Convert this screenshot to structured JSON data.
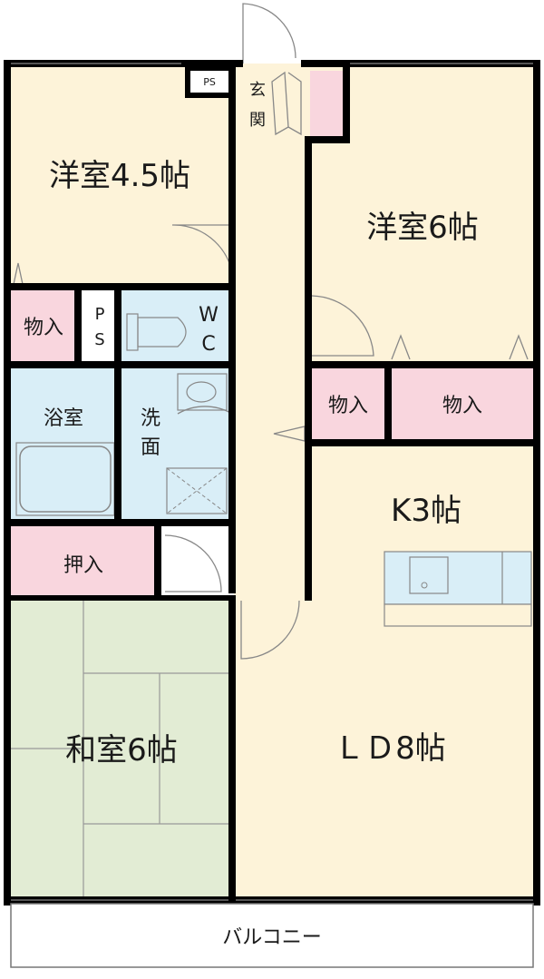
{
  "colors": {
    "wall": "#000000",
    "floor_western": "#fdf3d9",
    "floor_tatami": "#e2ecd4",
    "closet": "#f9d6de",
    "wet": "#d9eef7",
    "balcony": "#ffffff",
    "line": "#888888"
  },
  "rooms": {
    "western_1": "洋室4.5帖",
    "western_2": "洋室6帖",
    "genkan_1": "玄",
    "genkan_2": "関",
    "ps_top": "PS",
    "closet_1": "物入",
    "ps_mid_1": "P",
    "ps_mid_2": "S",
    "wc_1": "W",
    "wc_2": "C",
    "closet_2": "物入",
    "closet_3": "物入",
    "bath": "浴室",
    "wash_1": "洗",
    "wash_2": "面",
    "kitchen": "K3帖",
    "oshiire": "押入",
    "washitsu": "和室6帖",
    "ld": "ＬＤ8帖",
    "balcony": "バルコニー"
  }
}
